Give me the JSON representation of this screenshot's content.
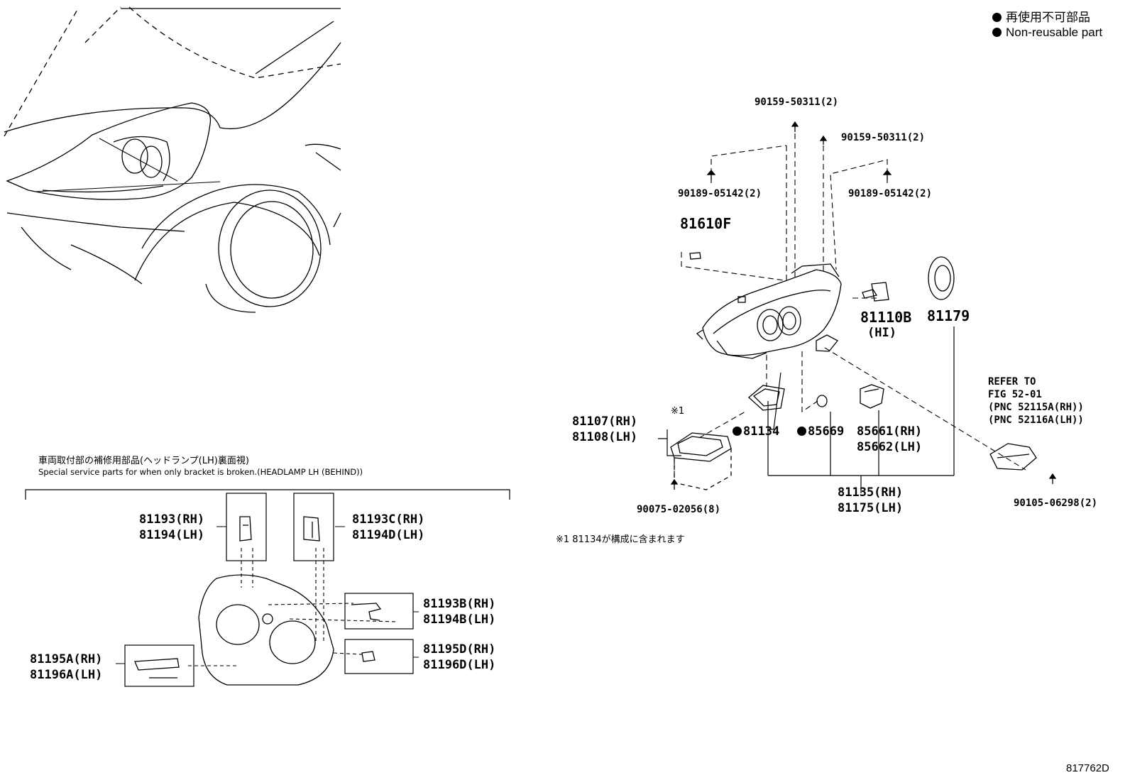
{
  "legend": {
    "jp": "再使用不可部品",
    "en": "Non-reusable part"
  },
  "callouts": {
    "bolt_top": "90159-50311(2)",
    "bolt_right": "90159-50311(2)",
    "clip_left": "90189-05142(2)",
    "clip_right": "90189-05142(2)",
    "bulb_socket": "81610F",
    "bulb_hi": "81110B",
    "bulb_hi_sub": "(HI)",
    "cap": "81179",
    "unit_rh": "81107(RH)",
    "unit_lh": "81108(LH)",
    "note_mark": "※1",
    "gasket": "81134",
    "oring": "85669",
    "comp_rh": "85661(RH)",
    "comp_lh": "85662(LH)",
    "screw": "90075-02056(8)",
    "assy_rh": "81135(RH)",
    "assy_lh": "81175(LH)",
    "refer_1": "REFER TO",
    "refer_2": "FIG 52-01",
    "refer_3": "(PNC 52115A(RH))",
    "refer_4": "(PNC 52116A(LH))",
    "bracket_bolt": "90105-06298(2)"
  },
  "footnote": "※1 81134が構成に含まれます",
  "service": {
    "title_jp": "車両取付部の補修用部品(ヘッドランプ(LH)裏面視)",
    "title_en": "Special service parts for when only bracket is broken.(HEADLAMP LH (BEHIND))",
    "a_rh": "81193(RH)",
    "a_lh": "81194(LH)",
    "c_rh": "81193C(RH)",
    "c_lh": "81194D(LH)",
    "b_rh": "81193B(RH)",
    "b_lh": "81194B(LH)",
    "d_rh": "81195D(RH)",
    "d_lh": "81196D(LH)",
    "e_rh": "81195A(RH)",
    "e_lh": "81196A(LH)"
  },
  "figure_id": "817762D"
}
